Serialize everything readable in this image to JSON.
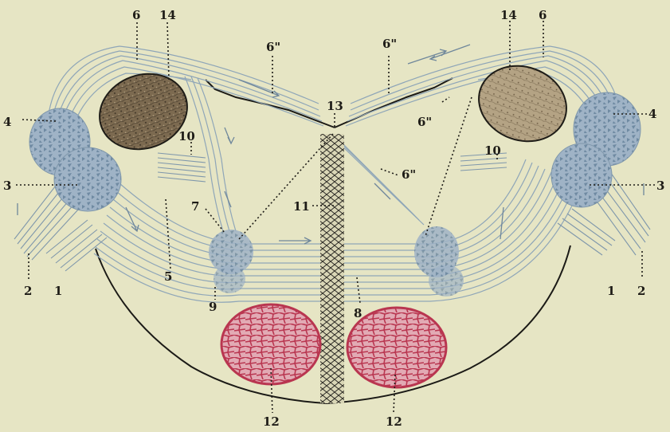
{
  "colors": {
    "background": "#e6e5c4",
    "fiber": "#8fa6b8",
    "ganglion": "#9fb3c6",
    "olive_nucleus": "#8c7a5e",
    "pyramid": "#c64a5e",
    "outline": "#1b1a16"
  },
  "labels": {
    "l1_left": "1",
    "l1_right": "1",
    "l2_left": "2",
    "l2_right": "2",
    "l3_left": "3",
    "l3_right": "3",
    "l4_left": "4",
    "l4_right": "4",
    "l5": "5",
    "l6_left": "6",
    "l6_right": "6",
    "l6pp_a": "6\"",
    "l6pp_b": "6\"",
    "l6pp_c": "6\"",
    "l6pp_d": "6\"",
    "l7": "7",
    "l8": "8",
    "l9": "9",
    "l10_left": "10",
    "l10_right": "10",
    "l11": "11",
    "l12_left": "12",
    "l12_right": "12",
    "l13": "13",
    "l14_left": "14",
    "l14_right": "14"
  }
}
